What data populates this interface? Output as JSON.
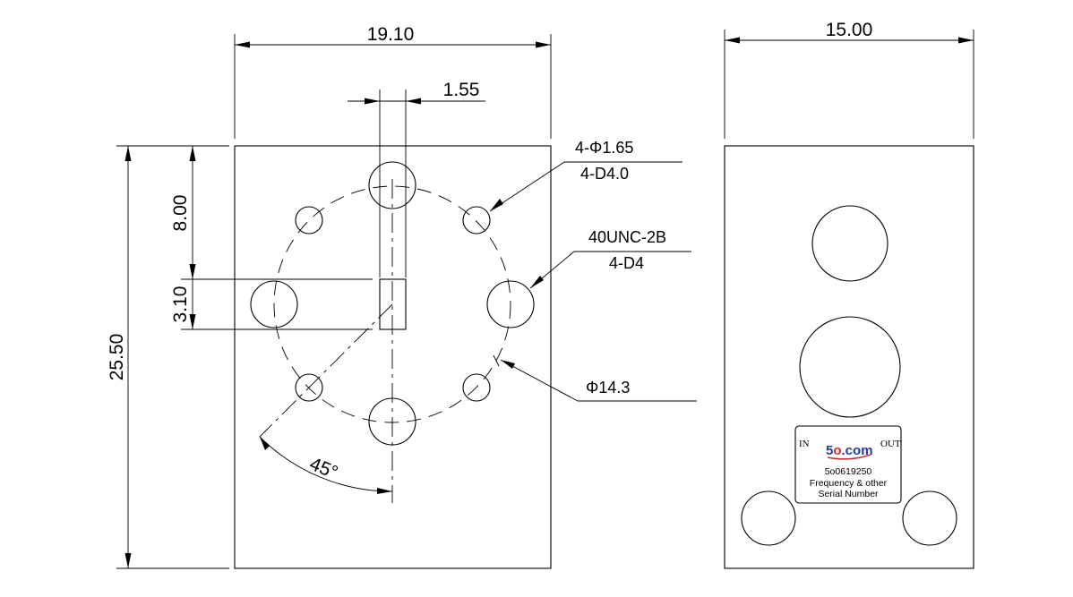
{
  "dimensions": {
    "width_front": "19.10",
    "width_side": "15.00",
    "slot_width": "1.55",
    "height_total": "25.50",
    "top_to_slot": "8.00",
    "slot_height": "3.10",
    "bolt_angle": "45°"
  },
  "callouts": {
    "small_holes_line1": "4-Φ1.65",
    "small_holes_line2": "4-D4.0",
    "thread_line1": "40UNC-2B",
    "thread_line2": "4-D4",
    "bolt_circle": "Φ14.3"
  },
  "label_plate": {
    "left_port": "IN",
    "right_port": "OUT",
    "logo_main": "5",
    "logo_o": "o",
    "logo_suffix": ".com",
    "model": "5o0619250",
    "note_line1": "Frequency & other",
    "note_line2": "Serial Number"
  },
  "colors": {
    "line": "#000000",
    "logo_blue": "#1c3faa",
    "logo_red": "#d62828"
  }
}
